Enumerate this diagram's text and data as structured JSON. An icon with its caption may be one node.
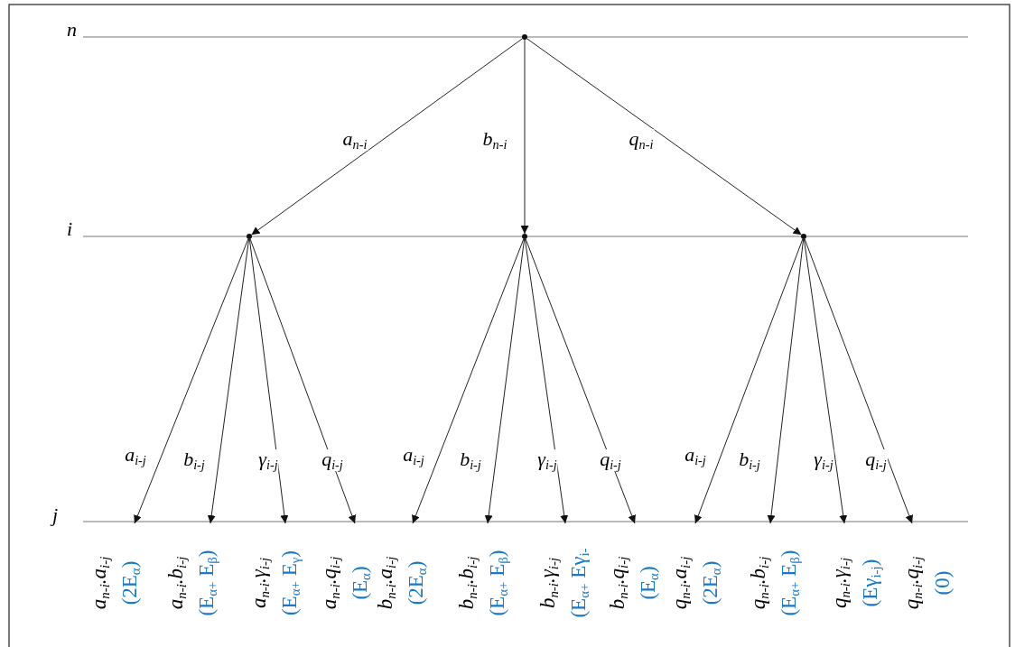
{
  "diagram": {
    "nodes": [
      {
        "text": [],
        "shape": "point"
      },
      {
        "text": [],
        "shape": "point"
      },
      {
        "text": [],
        "shape": "point"
      },
      {
        "text": [],
        "shape": "point"
      },
      {
        "text": [
          "a$_{n-i}$.a$_{i-j}$",
          "(2E$_{α}$)"
        ]
      },
      {
        "text": [
          "a$_{n-i}$.b$_{i-j}$",
          "(E$_{α+}$ E$_{β}$)"
        ]
      },
      {
        "text": [
          "a$_{n-i}$.γ$_{i-j}$",
          "(E$_{α+}$ E$_{γ}$)"
        ]
      },
      {
        "text": [
          "a$_{n-i}$.q$_{i-j}$",
          "(E$_{α}$)"
        ]
      },
      {
        "text": [
          "b$_{n-i}$.a$_{i-j}$",
          "(2E$_{α}$)"
        ]
      },
      {
        "text": [
          "b$_{n-i}$.b$_{i-j}$",
          "(E$_{α+}$ E$_{β}$)"
        ]
      },
      {
        "text": [
          "b$_{n-i}$.γ$_{i-j}$",
          "(E$_{α+}$ Eγ$_{i-}$"
        ]
      },
      {
        "text": [
          "b$_{n-i}$.q$_{i-j}$",
          "(E$_{α}$)"
        ]
      },
      {
        "text": [
          "q$_{n-i}$.a$_{i-j}$",
          "(2E$_{α}$)"
        ]
      },
      {
        "text": [
          "q$_{n-i}$.b$_{i-j}$",
          "(E$_{α+}$ E$_{β}$)"
        ]
      },
      {
        "text": [
          "q$_{n-i}$.γ$_{i-j}$",
          "(Eγ$_{i-j}$)"
        ]
      },
      {
        "text": [
          "q$_{n-i}$.q$_{i-j}$",
          "(0)"
        ]
      }
    ],
    "edges": [
      {
        "from": 0,
        "to": 1,
        "arrow": "to",
        "label": "a$_{n-i}$"
      },
      {
        "from": 0,
        "to": 2,
        "arrow": "to",
        "label": "b$_{n-i}$"
      },
      {
        "from": 0,
        "to": 3,
        "arrow": "to",
        "label": "q$_{n-i}$"
      },
      {
        "from": 1,
        "to": 4,
        "arrow": "to",
        "label": "a$_{i-j}$"
      },
      {
        "from": 1,
        "to": 5,
        "arrow": "to",
        "label": "b$_{i-j}$"
      },
      {
        "from": 1,
        "to": 6,
        "arrow": "to",
        "label": "γ$_{i-j}$"
      },
      {
        "from": 1,
        "to": 7,
        "arrow": "to",
        "label": "q$_{i-j}$"
      },
      {
        "from": 2,
        "to": 8,
        "arrow": "to",
        "label": "a$_{i-j}$"
      },
      {
        "from": 2,
        "to": 9,
        "arrow": "to",
        "label": "b$_{i-j}$"
      },
      {
        "from": 2,
        "to": 10,
        "arrow": "to",
        "label": "γ$_{i-j}$"
      },
      {
        "from": 2,
        "to": 11,
        "arrow": "to",
        "label": "q$_{i-j}$"
      },
      {
        "from": 3,
        "to": 12,
        "arrow": "to",
        "label": "a$_{i-j}$"
      },
      {
        "from": 3,
        "to": 13,
        "arrow": "to",
        "label": "b$_{i-j}$"
      },
      {
        "from": 3,
        "to": 14,
        "arrow": "to",
        "label": "γ$_{i-j}$"
      },
      {
        "from": 3,
        "to": 15,
        "arrow": "to",
        "label": "q$_{i-j}$"
      }
    ],
    "labels": [
      "n",
      "i",
      "j"
    ]
  }
}
